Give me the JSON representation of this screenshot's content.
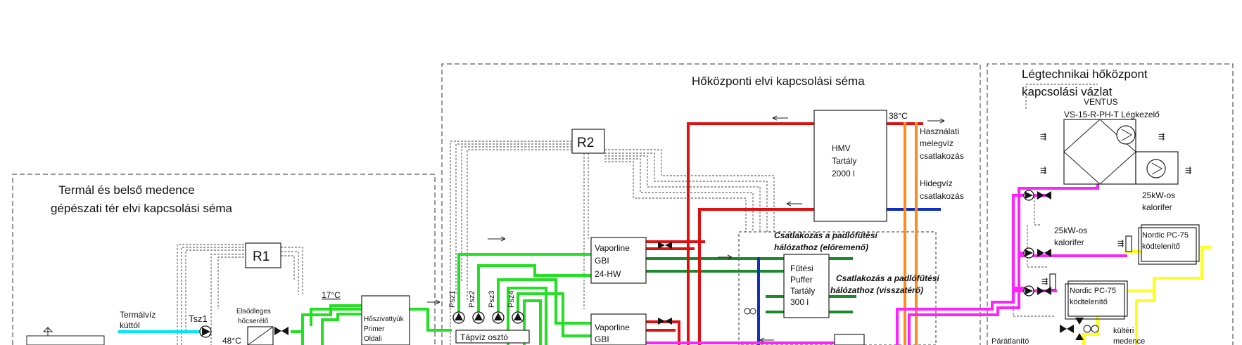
{
  "colors": {
    "hot_supply": "#e01010",
    "cold_water": "#1030c0",
    "thermal_water": "#00e5ff",
    "primary_loop": "#22e022",
    "heating_return": "#1a8a2a",
    "pool_loop": "#ff22ff",
    "dhw_circulation": "#ff8c1a",
    "chiller_loop": "#ffff1a"
  },
  "sections": {
    "left": {
      "title_line1": "Termál és belső medence",
      "title_line2": "gépészati tér elvi kapcsolási séma"
    },
    "middle": {
      "title": "Hőközponti  elvi kapcsolási séma"
    },
    "right": {
      "title_line1": "Légtechnikai hőközpont",
      "title_line2": "kapcsolási vázlat"
    }
  },
  "controllers": {
    "r1": "R1",
    "r2": "R2"
  },
  "left_labels": {
    "thermal_in_1": "Termálvíz",
    "thermal_in_2": "kúttól",
    "tsz1": "Tsz1",
    "hx_1": "Elsődleges",
    "hx_2": "hőcserélő",
    "temp_48": "48°C",
    "temp_17": "17°C",
    "heatpump_1": "Hőszivattyúk",
    "heatpump_2": "Primer",
    "heatpump_3": "Oldali"
  },
  "middle_labels": {
    "psz1": "Psz1",
    "psz2": "Psz2",
    "psz3": "Psz3",
    "psz4": "Psz4",
    "manifold": "Tápvíz osztó",
    "boiler1_1": "Vaporline",
    "boiler1_2": "GBI",
    "boiler1_3": "24-HW",
    "boiler2_1": "Vaporline",
    "boiler2_2": "GBI",
    "hmv_1": "HMV",
    "hmv_2": "Tartály",
    "hmv_3": "2000 l",
    "temp_38": "38°C",
    "dhw_conn_1": "Használati",
    "dhw_conn_2": "melegvíz",
    "dhw_conn_3": "csatlakozás",
    "cold_conn_1": "Hidegvíz",
    "cold_conn_2": "csatlakozás",
    "floor_supply_1": "Csatlakozás a padlófűtési",
    "floor_supply_2": "hálózathoz (előremenő)",
    "buffer_1": "Fűtési",
    "buffer_2": "Puffer",
    "buffer_3": "Tartály",
    "buffer_4": "300 l",
    "floor_return_1": "Csatlakozás a padlófűtési",
    "floor_return_2": "hálózathoz (visszatérő)"
  },
  "right_labels": {
    "ahu_1": "VENTUS",
    "ahu_2": "VS-15-R-PH-T Légkezelő",
    "calorifer_top_1": "25kW-os",
    "calorifer_top_2": "kalorifer",
    "calorifer_left_1": "25kW-os",
    "calorifer_left_2": "kalorifer",
    "chiller_1_1": "Nordic PC-75",
    "chiller_1_2": "ködtelenítő",
    "chiller_2_1": "Nordic PC-75",
    "chiller_2_2": "ködtelenítő",
    "evaporator": "Párátlanító",
    "outdoor_1": "kültéri",
    "outdoor_2": "medence"
  }
}
